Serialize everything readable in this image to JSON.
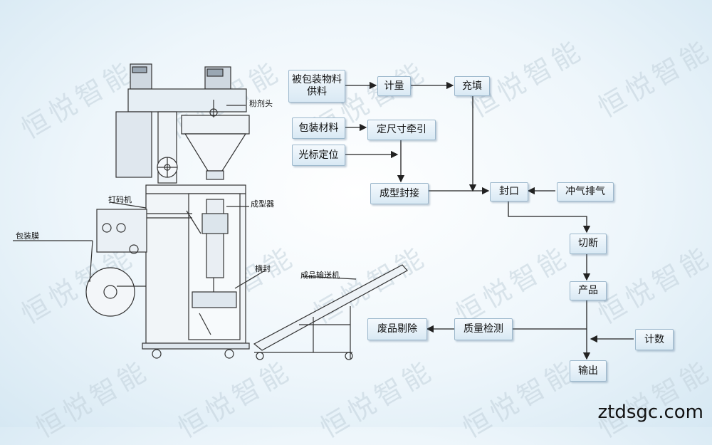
{
  "flow": {
    "beibaozhuang": "被包装物料\n供料",
    "jiliang": "计量",
    "chongtian": "充填",
    "baozhuangcailiao": "包装材料",
    "dingchicun": "定尺寸牵引",
    "guangbiao": "光标定位",
    "chengxing": "成型封接",
    "fengkou": "封口",
    "chongqi": "冲气排气",
    "qieduan": "切断",
    "chanpin": "产品",
    "feipin": "废品剔除",
    "zhiliang": "质量检测",
    "jishu": "计数",
    "shuchu": "输出"
  },
  "machine_labels": {
    "fenjitou": "粉剂头",
    "chengxingqi": "成型器",
    "damaji": "打码机",
    "baozhuangmo": "包装膜",
    "hengfeng": "横封",
    "shusongji": "成品输送机"
  },
  "watermark": "恒悦智能",
  "site": "ztdsgc.com",
  "colors": {
    "box_border": "#9db8cc",
    "line": "#222222"
  }
}
